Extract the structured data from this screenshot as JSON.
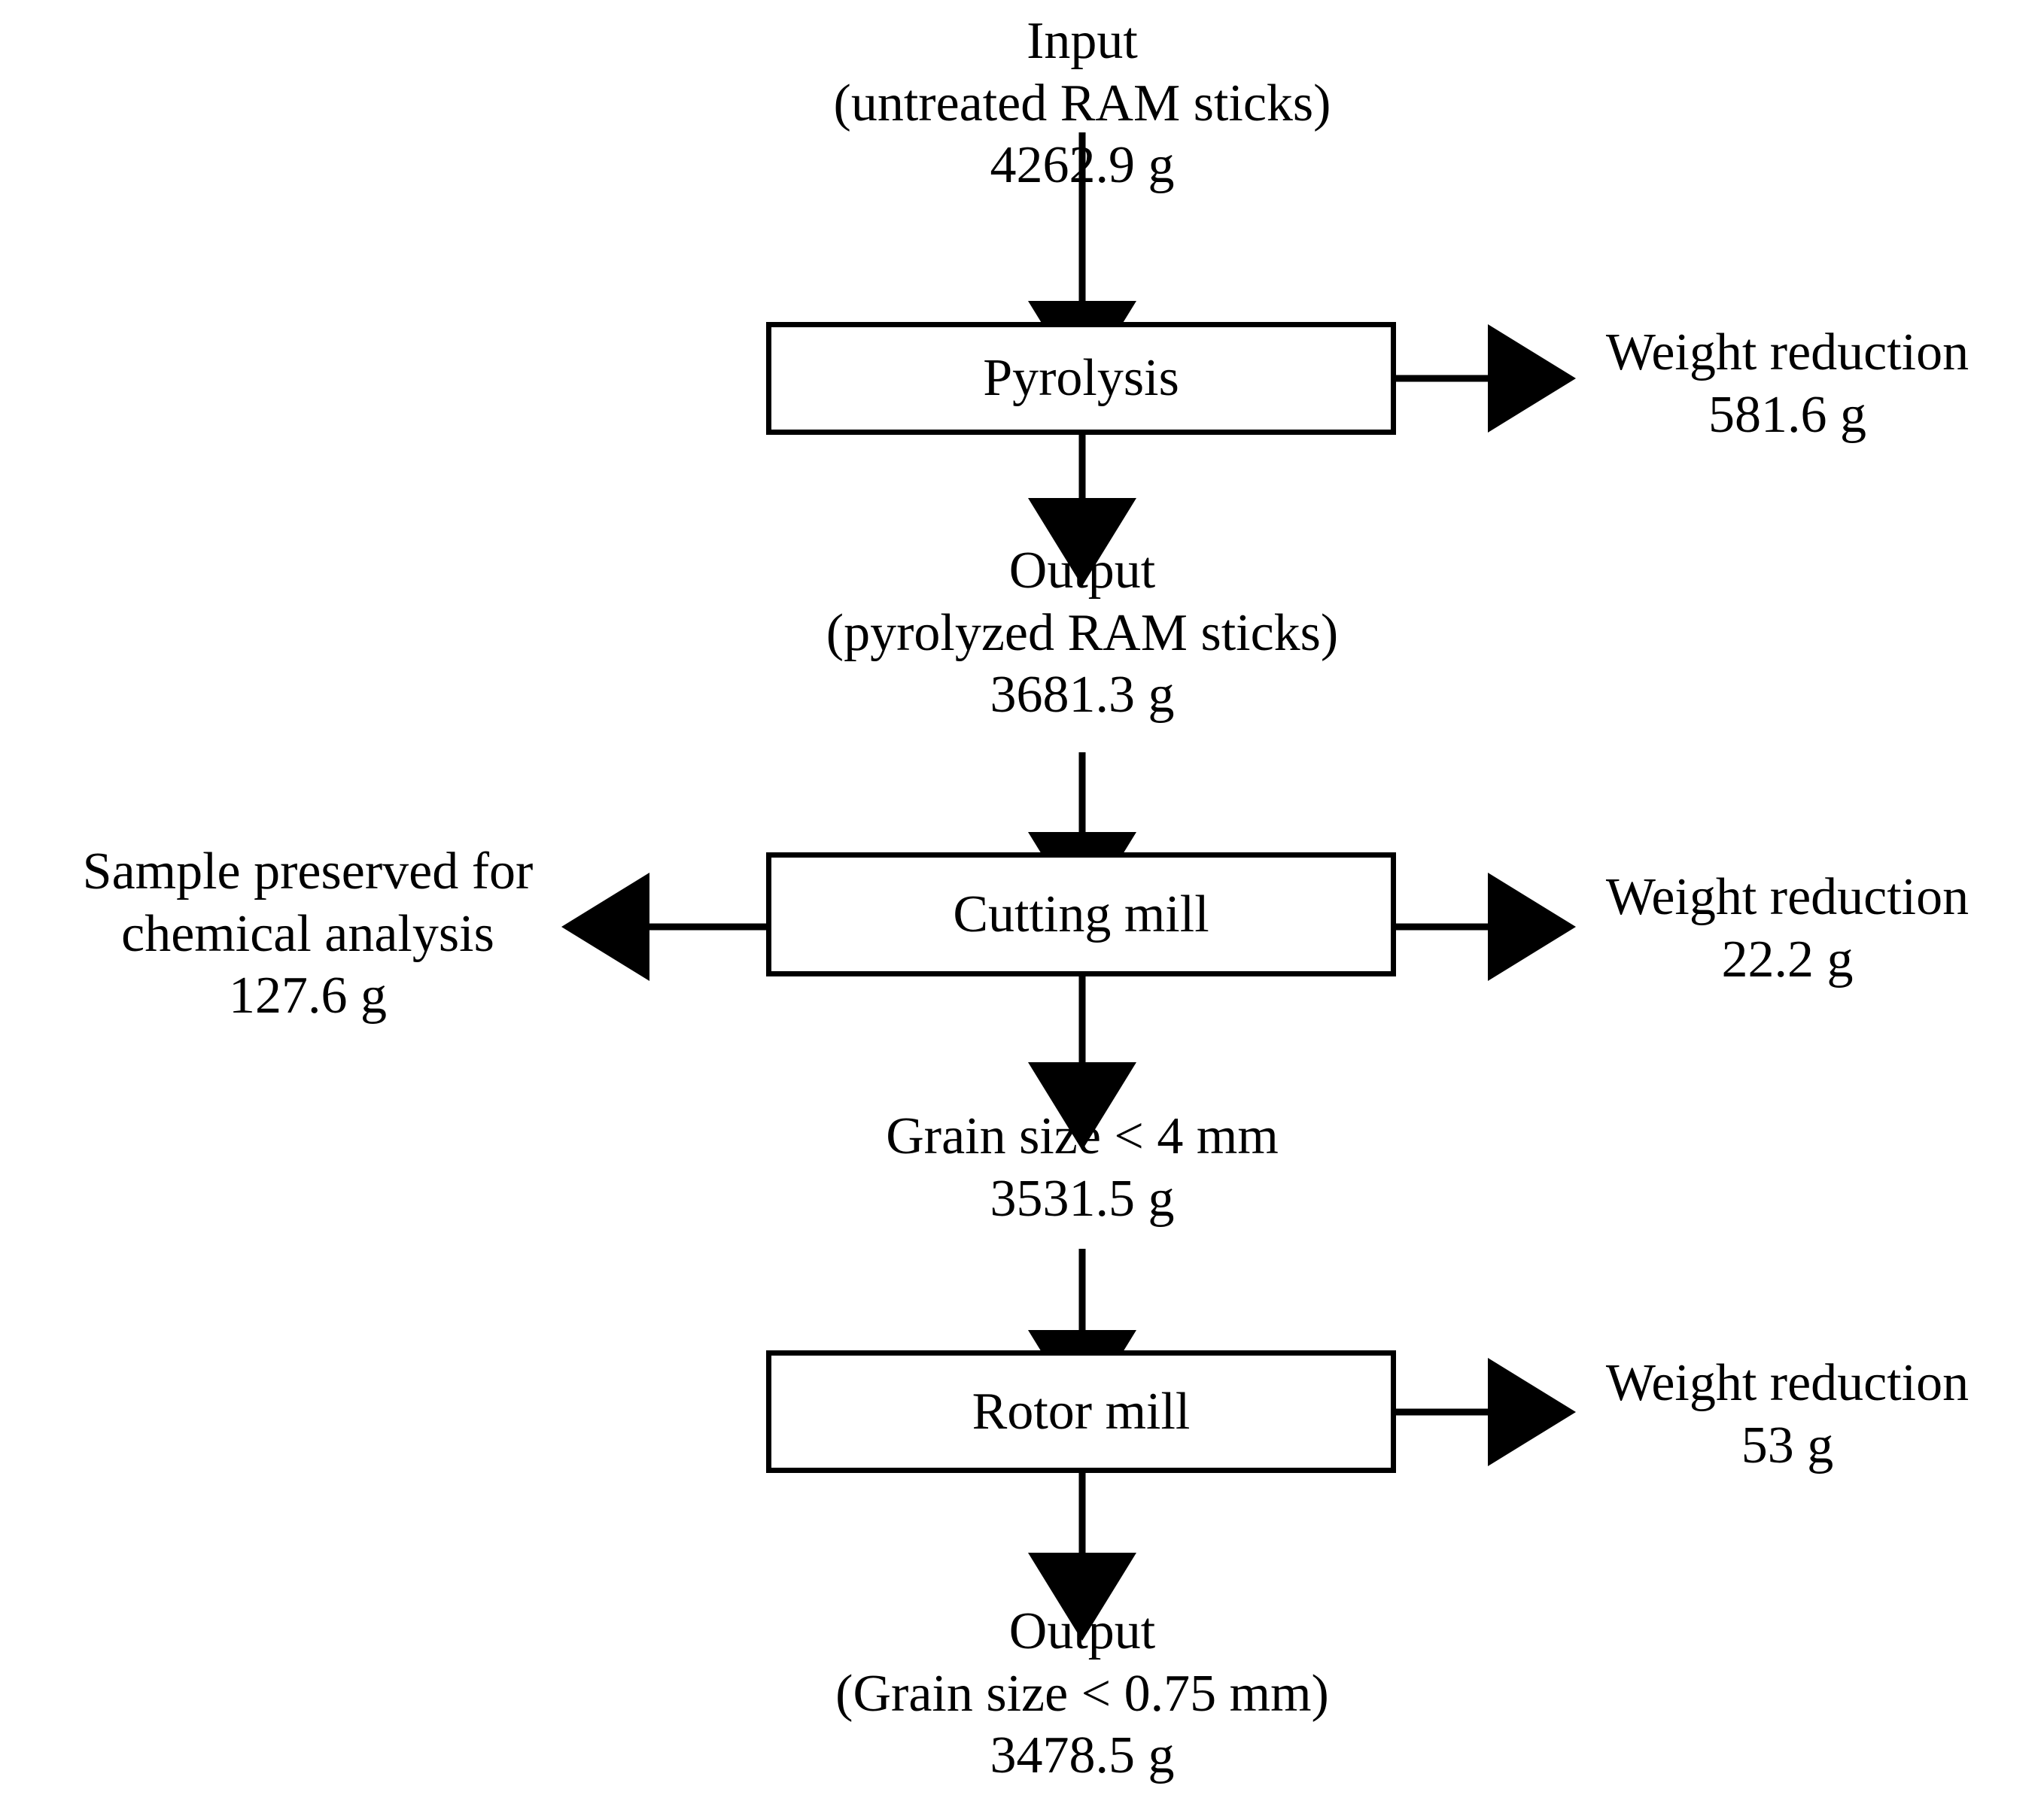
{
  "diagram": {
    "title": "RAM stick pyrolysis and milling mass-balance flowchart",
    "stroke_color": "#000000",
    "background_color": "#ffffff",
    "nodes": {
      "input": {
        "line1": "Input",
        "line2": "(untreated RAM sticks)",
        "line3": "4262.9 g"
      },
      "pyrolysis": {
        "label": "Pyrolysis"
      },
      "pyrolysis_loss": {
        "line1": "Weight reduction",
        "line2": "581.6 g"
      },
      "pyrolysis_output": {
        "line1": "Output",
        "line2": "(pyrolyzed RAM sticks)",
        "line3": "3681.3 g"
      },
      "cutting_mill": {
        "label": "Cutting mill"
      },
      "cutting_mill_sample": {
        "line1": "Sample preserved for",
        "line2": "chemical analysis",
        "line3": "127.6 g"
      },
      "cutting_mill_loss": {
        "line1": "Weight reduction",
        "line2": "22.2 g"
      },
      "cutting_mill_output": {
        "line1": "Grain size < 4 mm",
        "line2": "3531.5 g"
      },
      "rotor_mill": {
        "label": "Rotor mill"
      },
      "rotor_mill_loss": {
        "line1": "Weight reduction",
        "line2": "53 g"
      },
      "final_output": {
        "line1": "Output",
        "line2": "(Grain size < 0.75 mm)",
        "line3": "3478.5 g"
      }
    },
    "flow_data": {
      "type": "flowchart",
      "unit": "g",
      "steps": [
        {
          "id": "input",
          "kind": "material",
          "name": "Input (untreated RAM sticks)",
          "mass": 4262.9
        },
        {
          "id": "pyrolysis",
          "kind": "process",
          "name": "Pyrolysis",
          "losses": [
            {
              "name": "Weight reduction",
              "mass": 581.6
            }
          ]
        },
        {
          "id": "pyrolysis_output",
          "kind": "material",
          "name": "Output (pyrolyzed RAM sticks)",
          "mass": 3681.3
        },
        {
          "id": "cutting_mill",
          "kind": "process",
          "name": "Cutting mill",
          "losses": [
            {
              "name": "Weight reduction",
              "mass": 22.2
            },
            {
              "name": "Sample preserved for chemical analysis",
              "mass": 127.6
            }
          ]
        },
        {
          "id": "cutting_mill_output",
          "kind": "material",
          "name": "Grain size < 4 mm",
          "mass": 3531.5
        },
        {
          "id": "rotor_mill",
          "kind": "process",
          "name": "Rotor mill",
          "losses": [
            {
              "name": "Weight reduction",
              "mass": 53
            }
          ]
        },
        {
          "id": "final_output",
          "kind": "material",
          "name": "Output (Grain size < 0.75 mm)",
          "mass": 3478.5
        }
      ]
    }
  }
}
